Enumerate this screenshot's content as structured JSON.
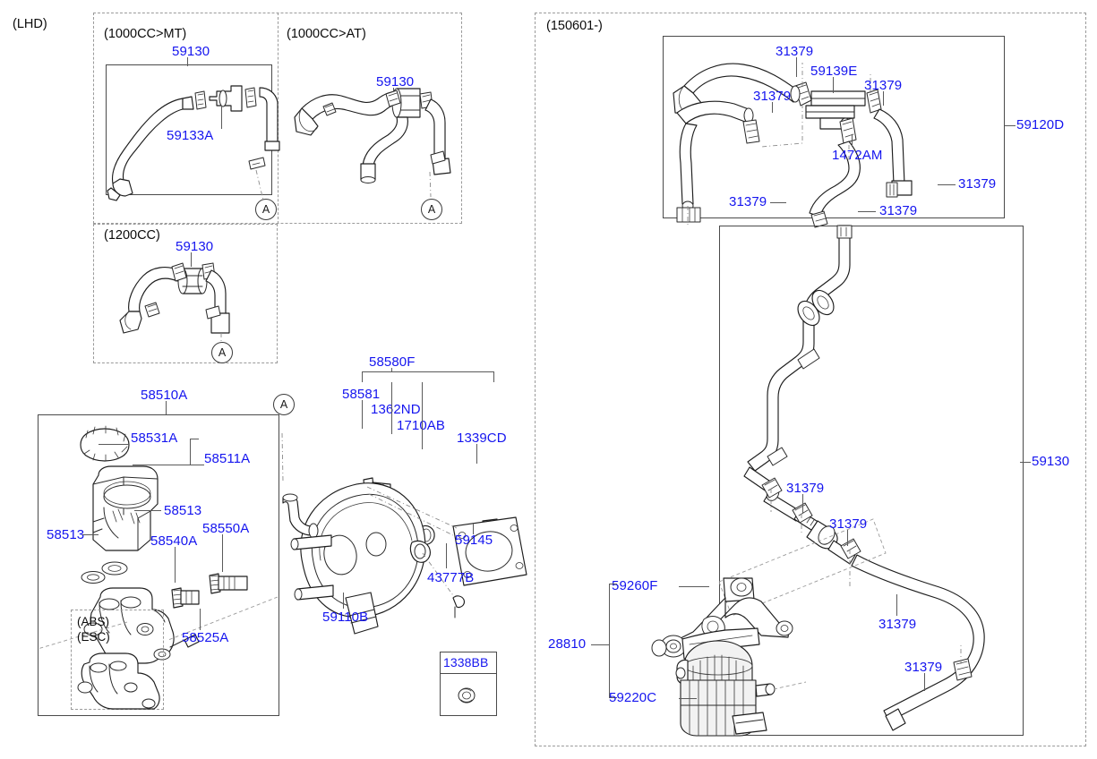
{
  "diagram": {
    "title": "Brake Master Cylinder / Booster / Vacuum Hose Assembly",
    "accent_blue": "#1515EF",
    "line_color": "#1d1d1d"
  },
  "left_panel": {
    "hand_label": "(LHD)",
    "variants": [
      {
        "id": "mt1000",
        "caption": "(1000CC>MT)",
        "part": "59130",
        "sub_parts": [
          "59133A"
        ],
        "ref_marker": "A"
      },
      {
        "id": "at1000",
        "caption": "(1000CC>AT)",
        "part": "59130",
        "sub_parts": [],
        "ref_marker": "A"
      },
      {
        "id": "cc1200",
        "caption": "(1200CC)",
        "part": "59130",
        "sub_parts": [],
        "ref_marker": "A"
      }
    ]
  },
  "master_cylinder": {
    "assembly_part": "58510A",
    "items": [
      {
        "part": "58531A",
        "name": "reservoir-cap"
      },
      {
        "part": "58511A",
        "name": "reservoir-assembly"
      },
      {
        "part": "58513",
        "name": "grommet-right"
      },
      {
        "part": "58513",
        "name": "grommet-left"
      },
      {
        "part": "58540A",
        "name": "bolt-short"
      },
      {
        "part": "58550A",
        "name": "bolt-long"
      },
      {
        "part": "58525A",
        "name": "screw"
      }
    ],
    "variant_box": {
      "lines": [
        "(ABS)",
        "(ESC)"
      ]
    }
  },
  "booster": {
    "main_part": "59110B",
    "group_part": "58580F",
    "items": [
      {
        "part": "58581",
        "name": "clevis-pin"
      },
      {
        "part": "1362ND",
        "name": "clip"
      },
      {
        "part": "1710AB",
        "name": "washer"
      },
      {
        "part": "1339CD",
        "name": "nut"
      },
      {
        "part": "59145",
        "name": "gasket"
      },
      {
        "part": "43777B",
        "name": "retainer"
      }
    ],
    "ref_marker": "A"
  },
  "small_box": {
    "part": "1338BB"
  },
  "right_panel": {
    "caption": "(150601-)",
    "upper_group": {
      "part": "59120D",
      "items": [
        {
          "part": "31379",
          "name": "hose-clamp-1"
        },
        {
          "part": "59139E",
          "name": "connector"
        },
        {
          "part": "31379",
          "name": "hose-clamp-2"
        },
        {
          "part": "31379",
          "name": "hose-clamp-3"
        },
        {
          "part": "1472AM",
          "name": "valve"
        },
        {
          "part": "31379",
          "name": "hose-clamp-4"
        },
        {
          "part": "31379",
          "name": "hose-clamp-5"
        },
        {
          "part": "31379",
          "name": "hose-clamp-6"
        }
      ]
    },
    "lower_group": {
      "part": "59130",
      "items": [
        {
          "part": "31379",
          "name": "hose-clamp-7"
        },
        {
          "part": "31379",
          "name": "hose-clamp-8"
        },
        {
          "part": "31379",
          "name": "hose-clamp-9"
        },
        {
          "part": "31379",
          "name": "hose-clamp-10"
        }
      ]
    },
    "pump_group": {
      "part": "28810",
      "items": [
        {
          "part": "59260F",
          "name": "bracket"
        },
        {
          "part": "59220C",
          "name": "vacuum-pump"
        }
      ]
    }
  }
}
